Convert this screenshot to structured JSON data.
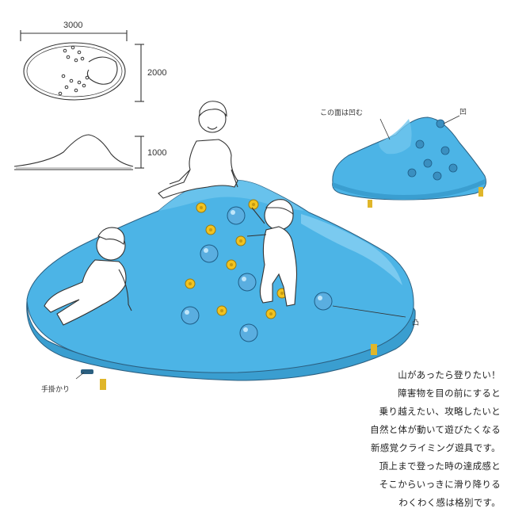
{
  "dimensions": {
    "width": "3000",
    "depth": "2000",
    "height": "1000"
  },
  "labels": {
    "concave_face": "この面は凹む",
    "concave_mark": "凹",
    "convex_mark": "凸",
    "handhold": "手掛かり"
  },
  "description": [
    "山があったら登りたい！",
    "障害物を目の前にすると",
    "乗り越えたい、攻略したいと",
    "自然と体が動いて遊びたくなる",
    "新感覚クライミング遊具です。",
    "頂上まで登った時の達成感と",
    "そこからいっきに滑り降りる",
    "わくわく感は格別です。"
  ],
  "colors": {
    "mat": "#4cb4e6",
    "mat_dark": "#3a9ed0",
    "mat_light": "#8fd3f3",
    "hold_yellow": "#f2c31f",
    "ball": "#5aaee0",
    "line": "#333333"
  }
}
